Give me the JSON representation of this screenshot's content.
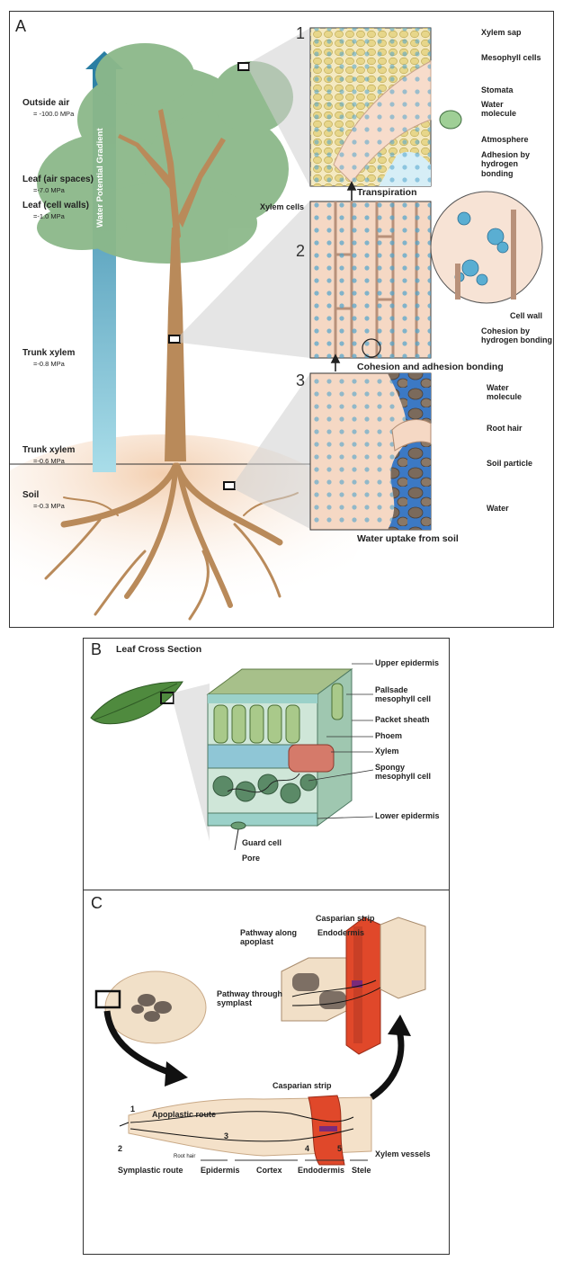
{
  "panel_a": {
    "letter": "A",
    "gradient_label": "Water Potential Gradient",
    "levels": [
      {
        "name": "Outside air",
        "value": "= -100.0 MPa"
      },
      {
        "name": "Leaf (air spaces)",
        "value": "=-7.0 MPa"
      },
      {
        "name": "Leaf (cell walls)",
        "value": "=-1.0 MPa"
      },
      {
        "name": "Trunk xylem",
        "value": "=-0.8 MPa"
      },
      {
        "name": "Trunk xylem",
        "value": "=-0.6 MPa"
      },
      {
        "name": "Soil",
        "value": "=-0.3 MPa"
      }
    ],
    "inset_numbers": [
      "1",
      "2",
      "3"
    ],
    "inset1_labels": [
      "Xylem sap",
      "Mesophyll cells",
      "Stomata",
      "Water molecule",
      "Atmosphere",
      "Adhesion by hydrogen bonding"
    ],
    "inset1_title": "Transpiration",
    "inset2_labels": [
      "Xylem cells",
      "Cell wall",
      "Cohesion by hydrogen bonding"
    ],
    "inset2_title": "Cohesion and adhesion bonding",
    "inset3_labels": [
      "Water molecule",
      "Root hair",
      "Soil particle",
      "Water"
    ],
    "inset3_title": "Water uptake from soil"
  },
  "panel_b": {
    "letter": "B",
    "title": "Leaf Cross Section",
    "labels": [
      "Upper epidermis",
      "Pallsade mesophyll cell",
      "Packet sheath",
      "Phoem",
      "Xylem",
      "Spongy mesophyll cell",
      "Lower epidermis",
      "Guard cell",
      "Pore"
    ]
  },
  "panel_c": {
    "letter": "C",
    "top_labels": [
      "Casparian strip",
      "Endodermis",
      "Pathway along apoplast",
      "Pathway through symplast"
    ],
    "bottom_labels": [
      "Casparian strip",
      "Apoplastic route",
      "Symplastic route",
      "Root hair",
      "Xylem vessels"
    ],
    "route_numbers": [
      "1",
      "2",
      "3",
      "4",
      "5"
    ],
    "tissue_labels": [
      "Epidermis",
      "Cortex",
      "Endodermis",
      "Stele"
    ]
  },
  "colors": {
    "tree_foliage": "#8cb88a",
    "trunk": "#b98a5a",
    "soil_glow": "#f5dcc6",
    "gradient_arrow": "#2a7ea3",
    "xylem_cell": "#f5d8c4",
    "water": "#5aaed2",
    "soil_water": "#3c79c4",
    "casparian": "#e0482a"
  }
}
